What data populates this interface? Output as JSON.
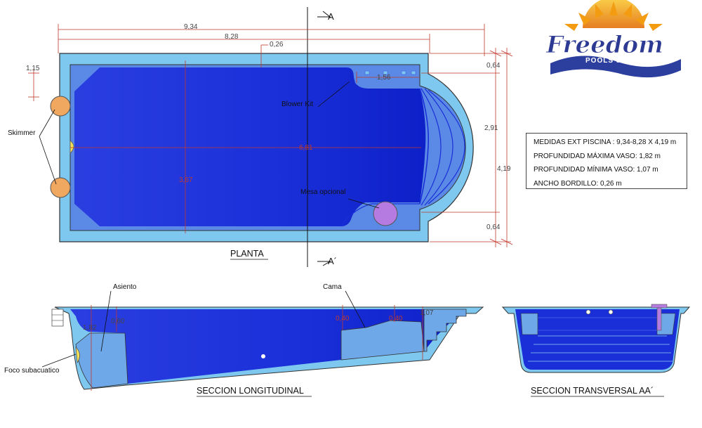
{
  "brand": {
    "name": "Freedom",
    "tagline": "POOLS & SPAS",
    "colors": {
      "sun": "#f39c12",
      "wordmark": "#2d3a93",
      "wave": "#2c3e9e"
    }
  },
  "plan": {
    "title": "PLANTA",
    "section_marks": {
      "top": "A",
      "bottom": "A´"
    },
    "dimensions": {
      "total_length": "9,34",
      "water_length": "8,28",
      "coping": "0,26",
      "step_width": "1,15",
      "bench_length": "1,56",
      "diagonal": "6,81",
      "inner_width": "3,67",
      "top_offset": "0,64",
      "semicircle": "2,91",
      "total_width": "4,19",
      "bottom_offset": "0,64"
    },
    "callouts": {
      "skimmer": "Skimmer",
      "blower": "Blower Kit",
      "table": "Mesa opcional"
    }
  },
  "specs": {
    "lines": [
      "MEDIDAS EXT PISCINA : 9,34-8,28 X 4,19 m",
      "PROFUNDIDAD MÁXIMA VASO: 1,82 m",
      "PROFUNDIDAD MÍNIMA VASO: 1,07 m",
      "ANCHO BORDILLO: 0,26 m"
    ]
  },
  "longitudinal": {
    "title": "SECCION LONGITUDINAL",
    "labels": {
      "seat": "Asiento",
      "bed": "Cama",
      "light": "Foco subacuatico"
    },
    "dimensions": {
      "max_depth": "1,82",
      "seat_depth": "0,60",
      "bed_depth_1": "0,40",
      "bed_depth_2": "0,40",
      "min_depth": "1,07"
    }
  },
  "transversal": {
    "title": "SECCION TRANSVERSAL AA´"
  },
  "colors": {
    "shell": "#7ec8f0",
    "water_deep": "#1a2fd8",
    "water_light": "#4a6ae8",
    "step": "#6fa8e8",
    "dim_line": "#c0392b",
    "table": "#b57be0",
    "skimmer": "#f0a860"
  }
}
